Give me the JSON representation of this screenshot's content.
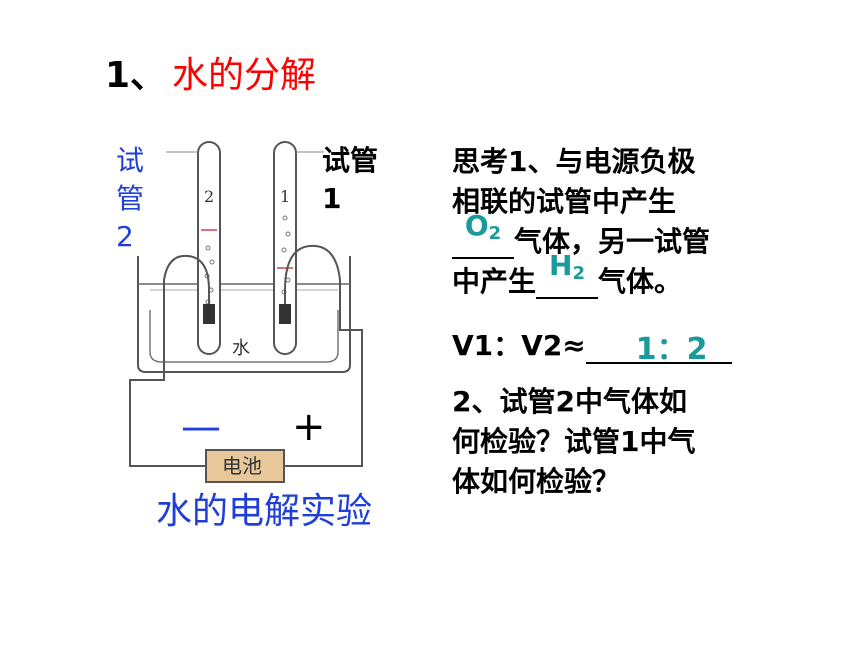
{
  "title": {
    "number": "1、",
    "text": "水的分解"
  },
  "diagram": {
    "tube2_label": "试管2",
    "tube1_label": "试管1",
    "tube2_number": "2",
    "tube1_number": "1",
    "water_label": "水",
    "minus_sign": "—",
    "plus_sign": "+",
    "battery_label": "电池",
    "caption": "水的电解实验"
  },
  "questions": {
    "q1_line1": "思考1、与电源负极",
    "q1_line2": "相联的试管中产生",
    "answer1": "O",
    "answer1_sub": "2",
    "q1_line3_suffix": "气体，另一试管",
    "q1_line4_prefix": "中产生",
    "answer2": "H",
    "answer2_sub": "2",
    "q1_line4_suffix": "气体。",
    "ratio_label": "V1：V2≈",
    "ratio_answer": "1：2",
    "q2_line1": "2、试管2中气体如",
    "q2_line2": "何检验？试管1中气",
    "q2_line3": "体如何检验？"
  }
}
